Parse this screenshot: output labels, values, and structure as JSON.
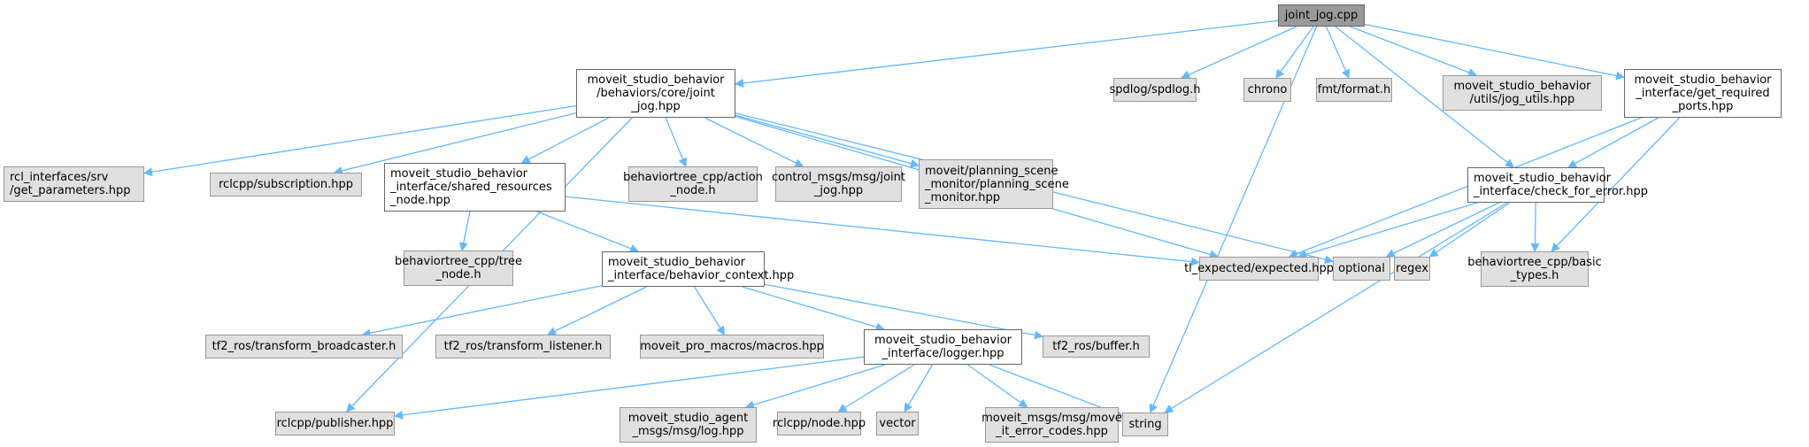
{
  "title": "joint_jog.cpp include dependency graph",
  "colors": {
    "edge": "#63b8ff",
    "root_fill": "#999999",
    "ext_fill": "#e0e0e0",
    "int_fill": "#ffffff"
  },
  "nodes": {
    "root": "joint_jog.cpp",
    "joint_jog_hpp": "moveit_studio_behavior\n/behaviors/core/joint\n_jog.hpp",
    "spdlog": "spdlog/spdlog.h",
    "chrono": "chrono",
    "fmt": "fmt/format.h",
    "jog_utils": "moveit_studio_behavior\n/utils/jog_utils.hpp",
    "get_required_ports": "moveit_studio_behavior\n_interface/get_required\n_ports.hpp",
    "rcl_get_parameters": "rcl_interfaces/srv\n/get_parameters.hpp",
    "rclcpp_subscription": "rclcpp/subscription.hpp",
    "shared_resources_node": "moveit_studio_behavior\n_interface/shared_resources\n_node.hpp",
    "bt_action_node": "behaviortree_cpp/action\n_node.h",
    "control_msgs_joint_jog": "control_msgs/msg/joint\n_jog.hpp",
    "planning_scene_monitor": "moveit/planning_scene\n_monitor/planning_scene\n_monitor.hpp",
    "check_for_error": "moveit_studio_behavior\n_interface/check_for_error.hpp",
    "bt_tree_node": "behaviortree_cpp/tree\n_node.h",
    "behavior_context": "moveit_studio_behavior\n_interface/behavior_context.hpp",
    "tl_expected": "tl_expected/expected.hpp",
    "optional": "optional",
    "regex": "regex",
    "bt_basic_types": "behaviortree_cpp/basic\n_types.h",
    "tf2_broadcaster": "tf2_ros/transform_broadcaster.h",
    "tf2_listener": "tf2_ros/transform_listener.h",
    "macros": "moveit_pro_macros/macros.hpp",
    "logger": "moveit_studio_behavior\n_interface/logger.hpp",
    "tf2_buffer": "tf2_ros/buffer.h",
    "rclcpp_publisher": "rclcpp/publisher.hpp",
    "agent_log": "moveit_studio_agent\n_msgs/msg/log.hpp",
    "rclcpp_node": "rclcpp/node.hpp",
    "vector": "vector",
    "move_it_error_codes": "moveit_msgs/msg/move\n_it_error_codes.hpp",
    "string": "string"
  },
  "edges": [
    [
      "root",
      "joint_jog_hpp"
    ],
    [
      "root",
      "spdlog"
    ],
    [
      "root",
      "chrono"
    ],
    [
      "root",
      "fmt"
    ],
    [
      "root",
      "jog_utils"
    ],
    [
      "root",
      "get_required_ports"
    ],
    [
      "root",
      "check_for_error"
    ],
    [
      "root",
      "string"
    ],
    [
      "joint_jog_hpp",
      "rcl_get_parameters"
    ],
    [
      "joint_jog_hpp",
      "rclcpp_subscription"
    ],
    [
      "joint_jog_hpp",
      "shared_resources_node"
    ],
    [
      "joint_jog_hpp",
      "bt_action_node"
    ],
    [
      "joint_jog_hpp",
      "control_msgs_joint_jog"
    ],
    [
      "joint_jog_hpp",
      "planning_scene_monitor"
    ],
    [
      "joint_jog_hpp",
      "tl_expected"
    ],
    [
      "joint_jog_hpp",
      "optional"
    ],
    [
      "joint_jog_hpp",
      "rclcpp_publisher"
    ],
    [
      "get_required_ports",
      "check_for_error"
    ],
    [
      "get_required_ports",
      "tl_expected"
    ],
    [
      "get_required_ports",
      "bt_basic_types"
    ],
    [
      "check_for_error",
      "tl_expected"
    ],
    [
      "check_for_error",
      "optional"
    ],
    [
      "check_for_error",
      "regex"
    ],
    [
      "check_for_error",
      "bt_basic_types"
    ],
    [
      "check_for_error",
      "string"
    ],
    [
      "shared_resources_node",
      "bt_tree_node"
    ],
    [
      "shared_resources_node",
      "behavior_context"
    ],
    [
      "shared_resources_node",
      "tl_expected"
    ],
    [
      "behavior_context",
      "tf2_broadcaster"
    ],
    [
      "behavior_context",
      "tf2_listener"
    ],
    [
      "behavior_context",
      "macros"
    ],
    [
      "behavior_context",
      "logger"
    ],
    [
      "behavior_context",
      "tf2_buffer"
    ],
    [
      "logger",
      "rclcpp_publisher"
    ],
    [
      "logger",
      "agent_log"
    ],
    [
      "logger",
      "rclcpp_node"
    ],
    [
      "logger",
      "vector"
    ],
    [
      "logger",
      "move_it_error_codes"
    ],
    [
      "logger",
      "string"
    ]
  ]
}
